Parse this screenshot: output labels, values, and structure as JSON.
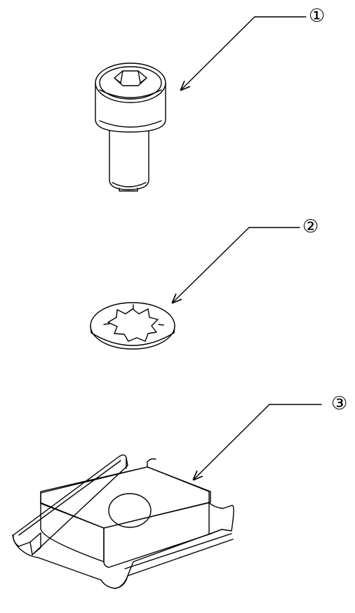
{
  "parts": [
    {
      "id": "part-1",
      "callout": "①",
      "name": "hex-socket-cap-screw"
    },
    {
      "id": "part-2",
      "callout": "②",
      "name": "internal-tooth-lock-washer"
    },
    {
      "id": "part-3",
      "callout": "③",
      "name": "slot-nut-plate"
    }
  ],
  "colors": {
    "line": "#000000",
    "background": "#ffffff"
  }
}
